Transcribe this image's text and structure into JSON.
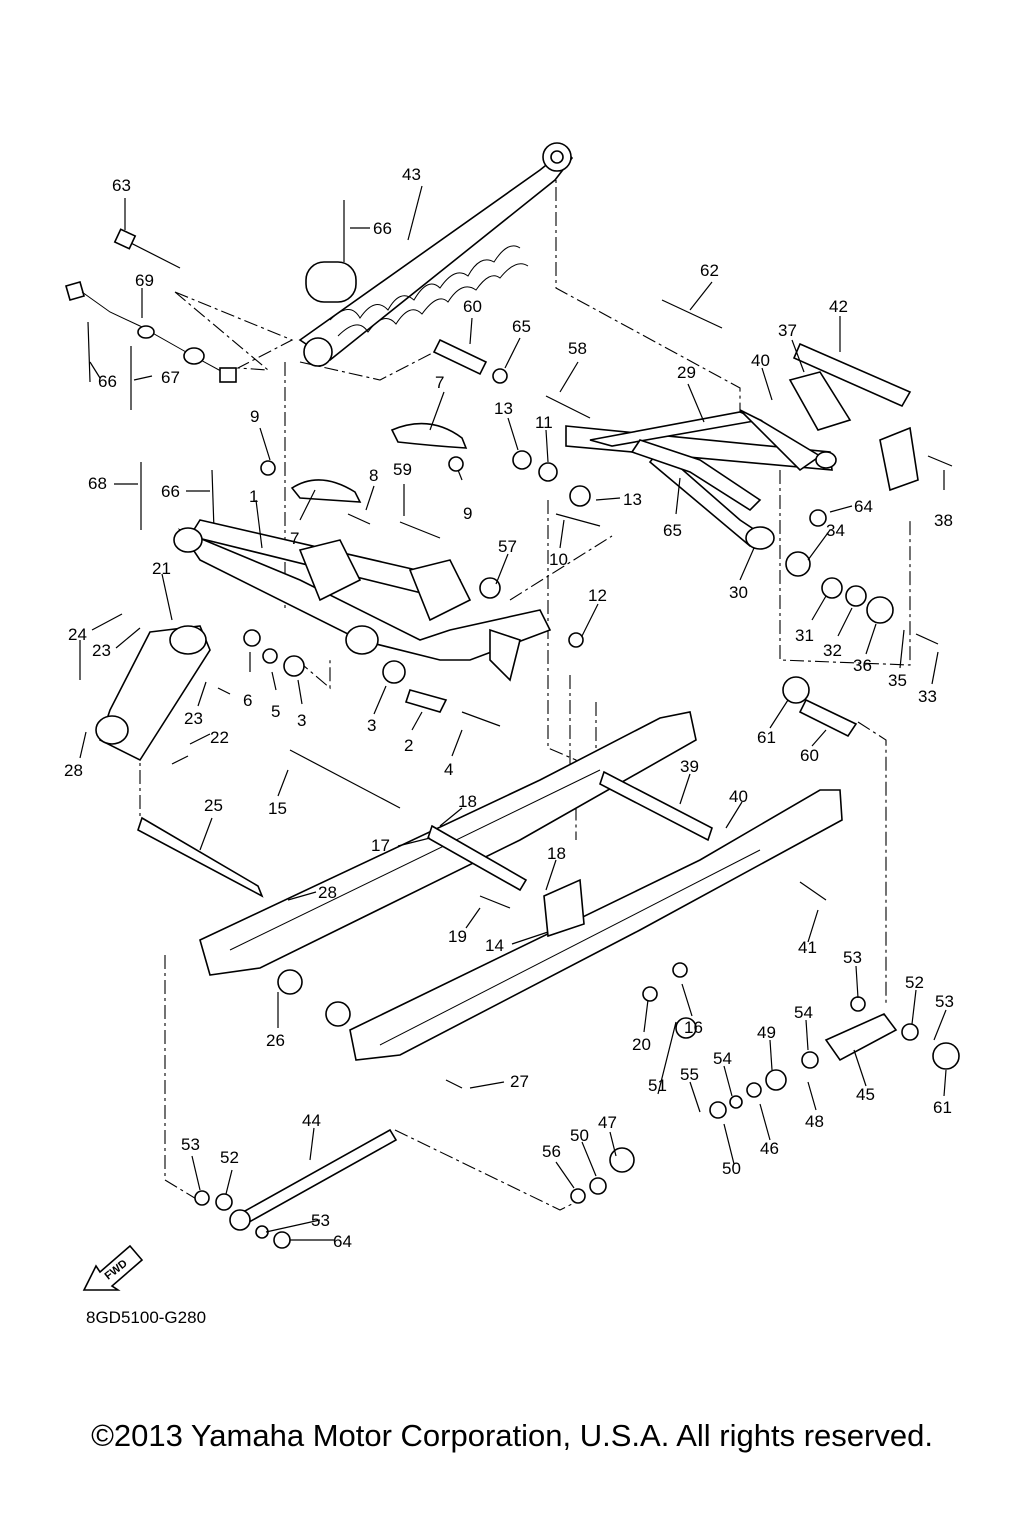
{
  "diagram_code": "8GD5100-G280",
  "fwd_label": "FWD",
  "copyright": "©2013 Yamaha Motor Corporation, U.S.A. All rights reserved.",
  "callouts": [
    "63",
    "43",
    "66",
    "69",
    "66",
    "67",
    "60",
    "65",
    "62",
    "42",
    "37",
    "40",
    "58",
    "29",
    "7",
    "9",
    "13",
    "11",
    "8",
    "59",
    "68",
    "66",
    "1",
    "9",
    "7",
    "13",
    "38",
    "65",
    "64",
    "34",
    "57",
    "10",
    "21",
    "12",
    "30",
    "31",
    "32",
    "36",
    "35",
    "33",
    "24",
    "23",
    "6",
    "5",
    "3",
    "3",
    "2",
    "23",
    "22",
    "28",
    "4",
    "61",
    "60",
    "15",
    "18",
    "39",
    "40",
    "25",
    "17",
    "28",
    "18",
    "19",
    "14",
    "41",
    "53",
    "52",
    "53",
    "26",
    "20",
    "16",
    "54",
    "49",
    "27",
    "55",
    "54",
    "51",
    "48",
    "45",
    "61",
    "44",
    "47",
    "50",
    "46",
    "56",
    "50",
    "53",
    "52",
    "53",
    "64"
  ]
}
